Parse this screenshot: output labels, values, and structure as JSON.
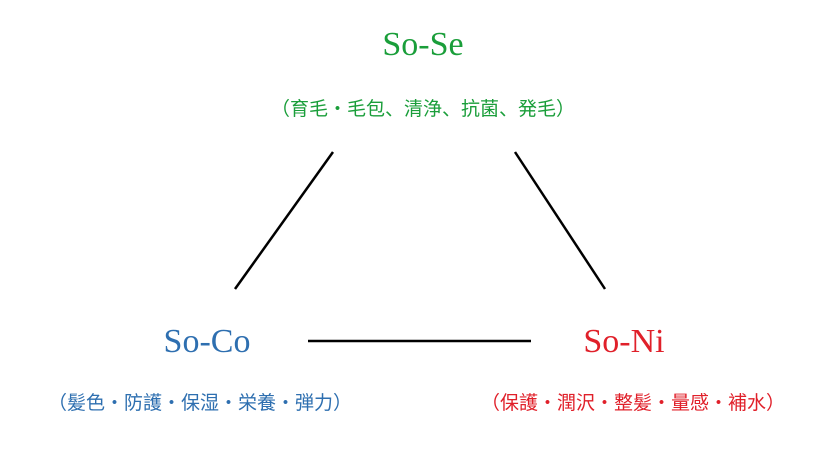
{
  "nodes": {
    "top": {
      "title": "So-Se",
      "subtitle": "（育毛・毛包、清浄、抗菌、発毛）",
      "color": "#1a9e3a"
    },
    "left": {
      "title": "So-Co",
      "subtitle": "（髪色・防護・保湿・栄養・弾力）",
      "color": "#2e6fb0"
    },
    "right": {
      "title": "So-Ni",
      "subtitle": "（保護・潤沢・整髪・量感・補水）",
      "color": "#e0202a"
    }
  },
  "edges": [
    {
      "from": "top",
      "to": "left"
    },
    {
      "from": "top",
      "to": "right"
    },
    {
      "from": "left",
      "to": "right"
    }
  ]
}
